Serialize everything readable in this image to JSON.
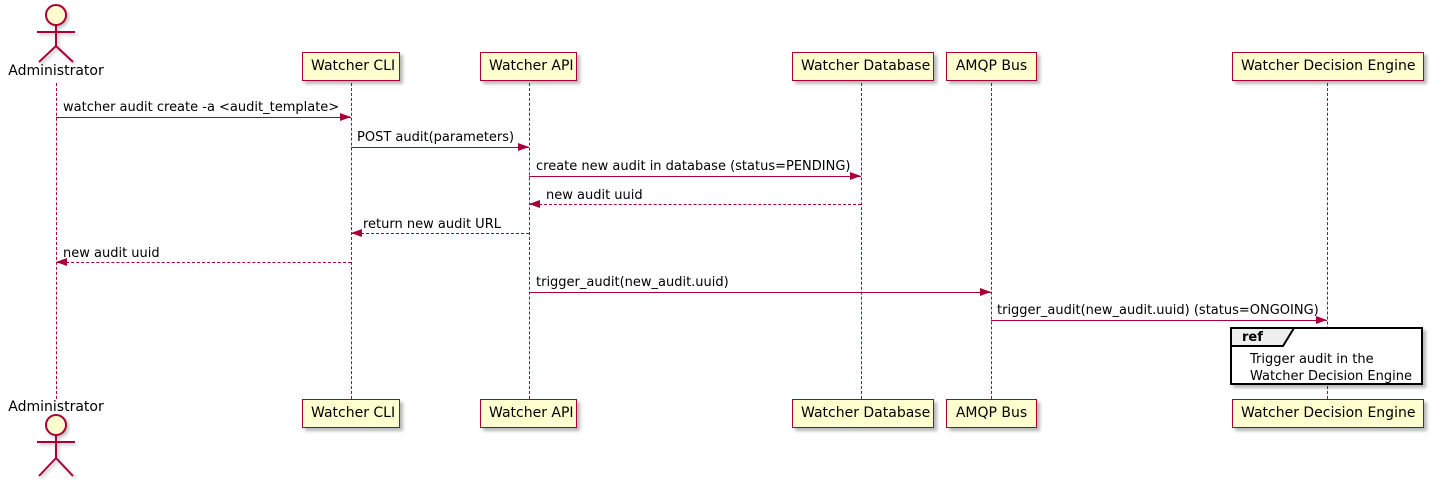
{
  "diagram": {
    "type": "plantuml-sequence",
    "participants": [
      {
        "id": "administrator",
        "label": "Administrator",
        "kind": "actor"
      },
      {
        "id": "watcher-cli",
        "label": "Watcher CLI",
        "kind": "participant"
      },
      {
        "id": "watcher-api",
        "label": "Watcher API",
        "kind": "participant"
      },
      {
        "id": "watcher-database",
        "label": "Watcher Database",
        "kind": "participant"
      },
      {
        "id": "amqp-bus",
        "label": "AMQP Bus",
        "kind": "participant"
      },
      {
        "id": "watcher-decision-engine",
        "label": "Watcher Decision Engine",
        "kind": "participant"
      }
    ],
    "messages": [
      {
        "from": "Administrator",
        "to": "Watcher CLI",
        "text": "watcher audit create -a <audit_template>",
        "style": "solid"
      },
      {
        "from": "Watcher CLI",
        "to": "Watcher API",
        "text": "POST audit(parameters)",
        "style": "solid"
      },
      {
        "from": "Watcher API",
        "to": "Watcher Database",
        "text": "create new audit in database (status=PENDING)",
        "style": "solid"
      },
      {
        "from": "Watcher Database",
        "to": "Watcher API",
        "text": "new audit uuid",
        "style": "dashed"
      },
      {
        "from": "Watcher API",
        "to": "Watcher CLI",
        "text": "return new audit URL",
        "style": "dashed"
      },
      {
        "from": "Watcher CLI",
        "to": "Administrator",
        "text": "new audit uuid",
        "style": "dashed"
      },
      {
        "from": "Watcher API",
        "to": "AMQP Bus",
        "text": "trigger_audit(new_audit.uuid)",
        "style": "solid"
      },
      {
        "from": "AMQP Bus",
        "to": "Watcher Decision Engine",
        "text": "trigger_audit(new_audit.uuid) (status=ONGOING)",
        "style": "solid"
      }
    ],
    "ref": {
      "label": "ref",
      "over": "Watcher Decision Engine",
      "lines": [
        "Trigger audit in the",
        "Watcher Decision Engine"
      ]
    },
    "colors": {
      "line": "#A80036",
      "participant_fill": "#FEFECE",
      "participant_border": "#A80036",
      "ref_fill": "#FFFFFF",
      "ref_border": "#000000",
      "ref_tab_fill": "#EEEEEE",
      "text": "#000000",
      "background": "#FFFFFF"
    }
  }
}
